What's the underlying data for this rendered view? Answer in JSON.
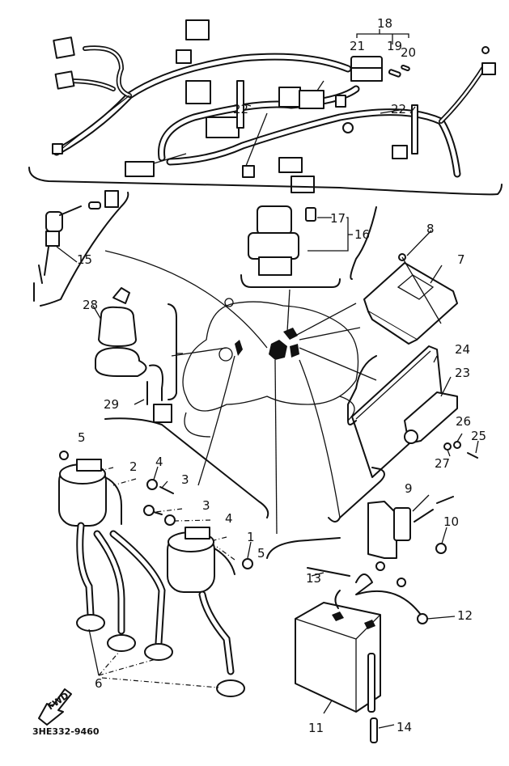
{
  "diagram": {
    "title": "Electrical 1 — exploded parts view",
    "drawing_code": "3HE332-9460",
    "front_arrow_label": "FWD",
    "callouts": [
      {
        "id": "1",
        "part": "ignition coil 1"
      },
      {
        "id": "2",
        "part": "ignition coil 2"
      },
      {
        "id": "3",
        "part": "bolt"
      },
      {
        "id": "3b",
        "text": "3",
        "part": "bolt"
      },
      {
        "id": "4",
        "part": "washer"
      },
      {
        "id": "4b",
        "text": "4",
        "part": "washer"
      },
      {
        "id": "5",
        "part": "nut"
      },
      {
        "id": "5b",
        "text": "5",
        "part": "nut"
      },
      {
        "id": "6",
        "part": "spark plug caps"
      },
      {
        "id": "7",
        "part": "CDI unit"
      },
      {
        "id": "8",
        "part": "screw"
      },
      {
        "id": "9",
        "part": "starter relay"
      },
      {
        "id": "10",
        "part": "nut"
      },
      {
        "id": "11",
        "part": "battery"
      },
      {
        "id": "12",
        "part": "battery lead"
      },
      {
        "id": "13",
        "part": "bolt"
      },
      {
        "id": "14",
        "part": "breather pipe"
      },
      {
        "id": "15",
        "part": "rear brake switch"
      },
      {
        "id": "16",
        "part": "relay assembly"
      },
      {
        "id": "17",
        "part": "fuse"
      },
      {
        "id": "18",
        "part": "fuse box assembly"
      },
      {
        "id": "19",
        "part": "fuse"
      },
      {
        "id": "20",
        "part": "fuse"
      },
      {
        "id": "21",
        "part": "fuse box"
      },
      {
        "id": "22",
        "part": "band"
      },
      {
        "id": "22b",
        "text": "22",
        "part": "band"
      },
      {
        "id": "23",
        "part": "rectifier regulator"
      },
      {
        "id": "24",
        "part": "bracket"
      },
      {
        "id": "25",
        "part": "bolt"
      },
      {
        "id": "26",
        "part": "washer"
      },
      {
        "id": "27",
        "part": "washer"
      },
      {
        "id": "28",
        "part": "main switch"
      },
      {
        "id": "29",
        "part": "bolt"
      }
    ],
    "labels": {
      "c1": "1",
      "c2": "2",
      "c3": "3",
      "c3b": "3",
      "c4": "4",
      "c4b": "4",
      "c5": "5",
      "c5b": "5",
      "c6": "6",
      "c7": "7",
      "c8": "8",
      "c9": "9",
      "c10": "10",
      "c11": "11",
      "c12": "12",
      "c13": "13",
      "c14": "14",
      "c15": "15",
      "c16": "16",
      "c17": "17",
      "c18": "18",
      "c19": "19",
      "c20": "20",
      "c21": "21",
      "c22": "22",
      "c22b": "22",
      "c23": "23",
      "c24": "24",
      "c25": "25",
      "c26": "26",
      "c27": "27",
      "c28": "28",
      "c29": "29"
    }
  }
}
